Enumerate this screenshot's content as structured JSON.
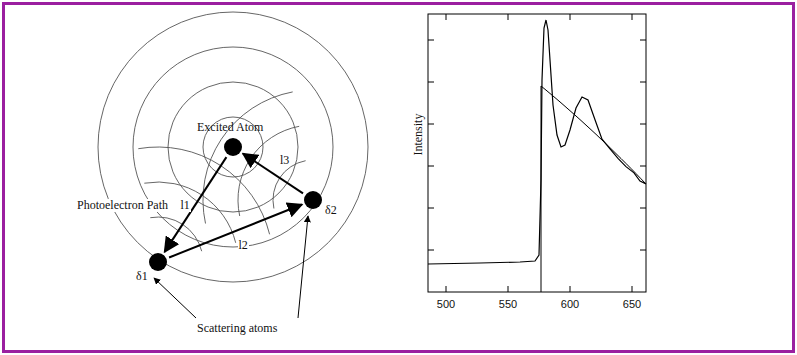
{
  "diagram": {
    "nodes": [
      {
        "text": [
          "Excited Atom"
        ]
      },
      {
        "text": [
          "δ1"
        ]
      },
      {
        "text": [
          "δ2"
        ]
      }
    ],
    "edges": [
      {
        "from": 0,
        "to": 1,
        "arrow": "to",
        "label": "l1"
      },
      {
        "from": 1,
        "to": 2,
        "arrow": "to",
        "label": "l2"
      },
      {
        "from": 2,
        "to": 0,
        "arrow": "to",
        "label": "l3"
      }
    ],
    "labels": [
      "Photoelectron Path",
      "Scattering atoms",
      "Intensity",
      "500",
      "550",
      "600",
      "650"
    ]
  }
}
